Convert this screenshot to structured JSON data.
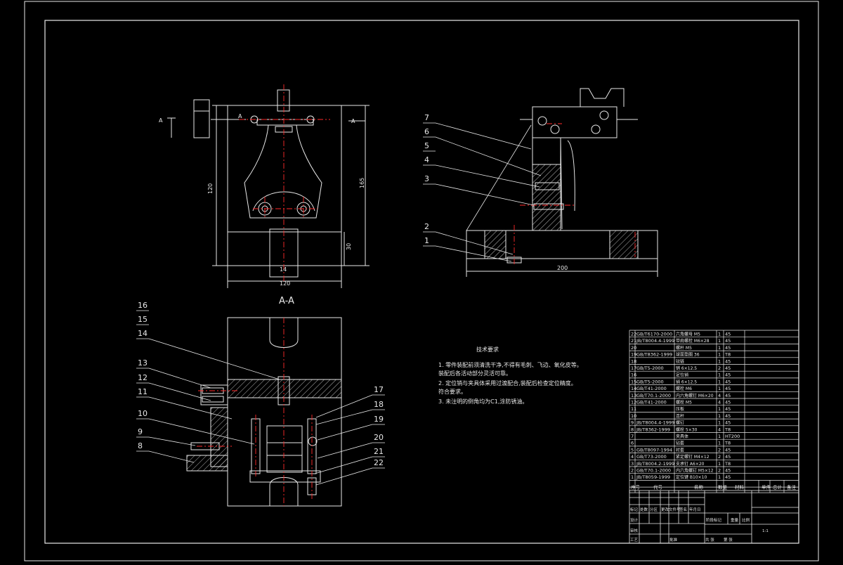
{
  "colors": {
    "background": "#000000",
    "line": "#e8e8e8",
    "center": "#ff2a2a",
    "hatch": "#e8e8e8"
  },
  "front_view": {
    "section_mark_left": "A",
    "section_mark_right": "A",
    "dim_width": "120",
    "dim_height": "165",
    "dim_left": "120",
    "dim_base": "30",
    "dim_slot": "14",
    "caption": ""
  },
  "side_view": {
    "dim_length": "200"
  },
  "section_view": {
    "caption": "A-A"
  },
  "callouts": {
    "side": [
      "7",
      "6",
      "5",
      "4",
      "3",
      "2",
      "1"
    ],
    "section_left": [
      "16",
      "15",
      "14",
      "13",
      "12",
      "11",
      "10",
      "9",
      "8"
    ],
    "section_right": [
      "17",
      "18",
      "19",
      "20",
      "21",
      "22"
    ]
  },
  "notes": {
    "title": "技术要求",
    "lines": [
      "1. 零件装配前须清洗干净,不得有毛刺、飞边、氧化皮等。",
      "装配后各活动部分灵活可靠。",
      "2. 定位销与夹具体采用过渡配合,装配后检查定位精度。",
      "符合要求。",
      "3. 未注明的倒角均为C1,涂防锈油。"
    ]
  },
  "bom": {
    "rows": [
      [
        "22",
        "GB/T6170-2000",
        "六角螺母 M5",
        "1",
        "45"
      ],
      [
        "21",
        "JB/T8004.4-1999",
        "带肩螺栓 M6×28",
        "1",
        "45"
      ],
      [
        "20",
        "",
        "螺杆 M5",
        "1",
        "45"
      ],
      [
        "19",
        "GB/T8362-1999",
        "球面垫圈 36",
        "1",
        "T8"
      ],
      [
        "18",
        "",
        "铰链",
        "1",
        "45"
      ],
      [
        "17",
        "GB/T5-2000",
        "销 6×12.5",
        "2",
        "45"
      ],
      [
        "16",
        "",
        "定位销",
        "1",
        "45"
      ],
      [
        "15",
        "GB/T5-2000",
        "销 6×12.5",
        "1",
        "45"
      ],
      [
        "14",
        "GB/T41-2000",
        "螺栓 M6",
        "1",
        "45"
      ],
      [
        "13",
        "GB/T70.1-2000",
        "内六角螺钉 M6×20",
        "4",
        "45"
      ],
      [
        "12",
        "GB/T41-2000",
        "螺栓 M5",
        "4",
        "45"
      ],
      [
        "11",
        "",
        "压板",
        "1",
        "45"
      ],
      [
        "10",
        "",
        "连杆",
        "1",
        "45"
      ],
      [
        "9",
        "JB/T8004.4-1999",
        "螺钉",
        "1",
        "45"
      ],
      [
        "8",
        "JB/T8362-1999",
        "螺栓 5×30",
        "4",
        "T8"
      ],
      [
        "7",
        "",
        "夹具体",
        "1",
        "HT200"
      ],
      [
        "6",
        "",
        "钻套",
        "1",
        "T8"
      ],
      [
        "5",
        "GB/T8097-1994",
        "衬套",
        "2",
        "45"
      ],
      [
        "4",
        "GB/T73-2000",
        "紧定螺钉 M4×12",
        "2",
        "45"
      ],
      [
        "3",
        "JB/T8004.2-1999",
        "支承钉 A6×20",
        "1",
        "T8"
      ],
      [
        "2",
        "GB/T70.1-2000",
        "内六角螺钉 M5×12",
        "2",
        "45"
      ],
      [
        "1",
        "JB/T8059-1999",
        "定位键 B10×10",
        "1",
        "45"
      ]
    ],
    "header": [
      "序号",
      "代号",
      "名称",
      "数量",
      "材料",
      "单件",
      "总计",
      "备注"
    ],
    "title_block": [
      "标记",
      "处数",
      "分区",
      "更改文件号",
      "签名",
      "年月日",
      "设计",
      "审核",
      "工艺",
      "批准",
      "阶段标记",
      "重量",
      "比例",
      "共 张",
      "第 张",
      "1:1"
    ]
  }
}
